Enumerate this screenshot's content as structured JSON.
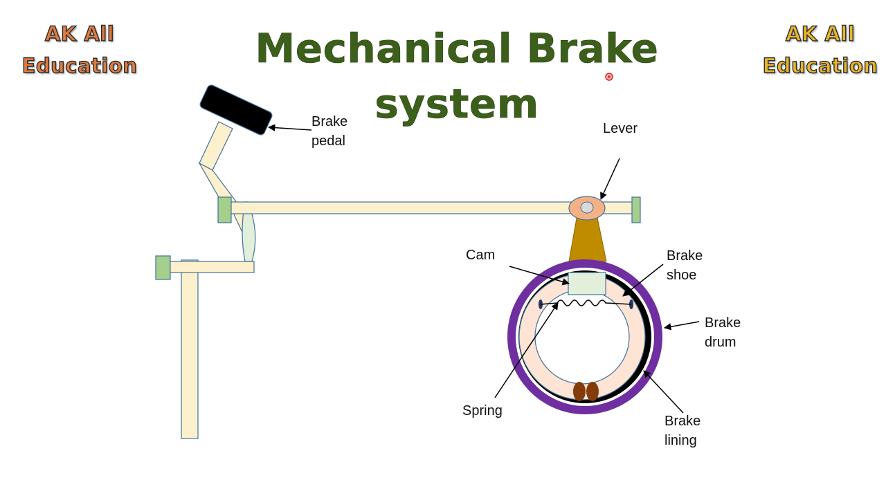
{
  "title": "Mechanical Brake system",
  "brand_left": [
    "AK All",
    "Education"
  ],
  "brand_right": [
    "AK All",
    "Education"
  ],
  "labels": {
    "brake_pedal": [
      "Brake",
      "pedal"
    ],
    "lever": "Lever",
    "cam": "Cam",
    "brake_shoe": [
      "Brake",
      "shoe"
    ],
    "brake_drum": [
      "Brake",
      "drum"
    ],
    "spring": "Spring",
    "brake_lining": [
      "Brake",
      "lining"
    ]
  },
  "colors": {
    "title": "#3c5f1c",
    "brand_left": "#e07a3f",
    "brand_right": "#e8b52a",
    "rod_fill": "#fdf0cc",
    "mount_fill": "#a5cf8d",
    "drum_outer": "#6f2fa0",
    "lining": "#000000",
    "shoe_fill": "#fde4d4",
    "cam_fill": "#e2efda",
    "bracket": "#bf8c00",
    "pivot_pins": "#843c0c"
  }
}
